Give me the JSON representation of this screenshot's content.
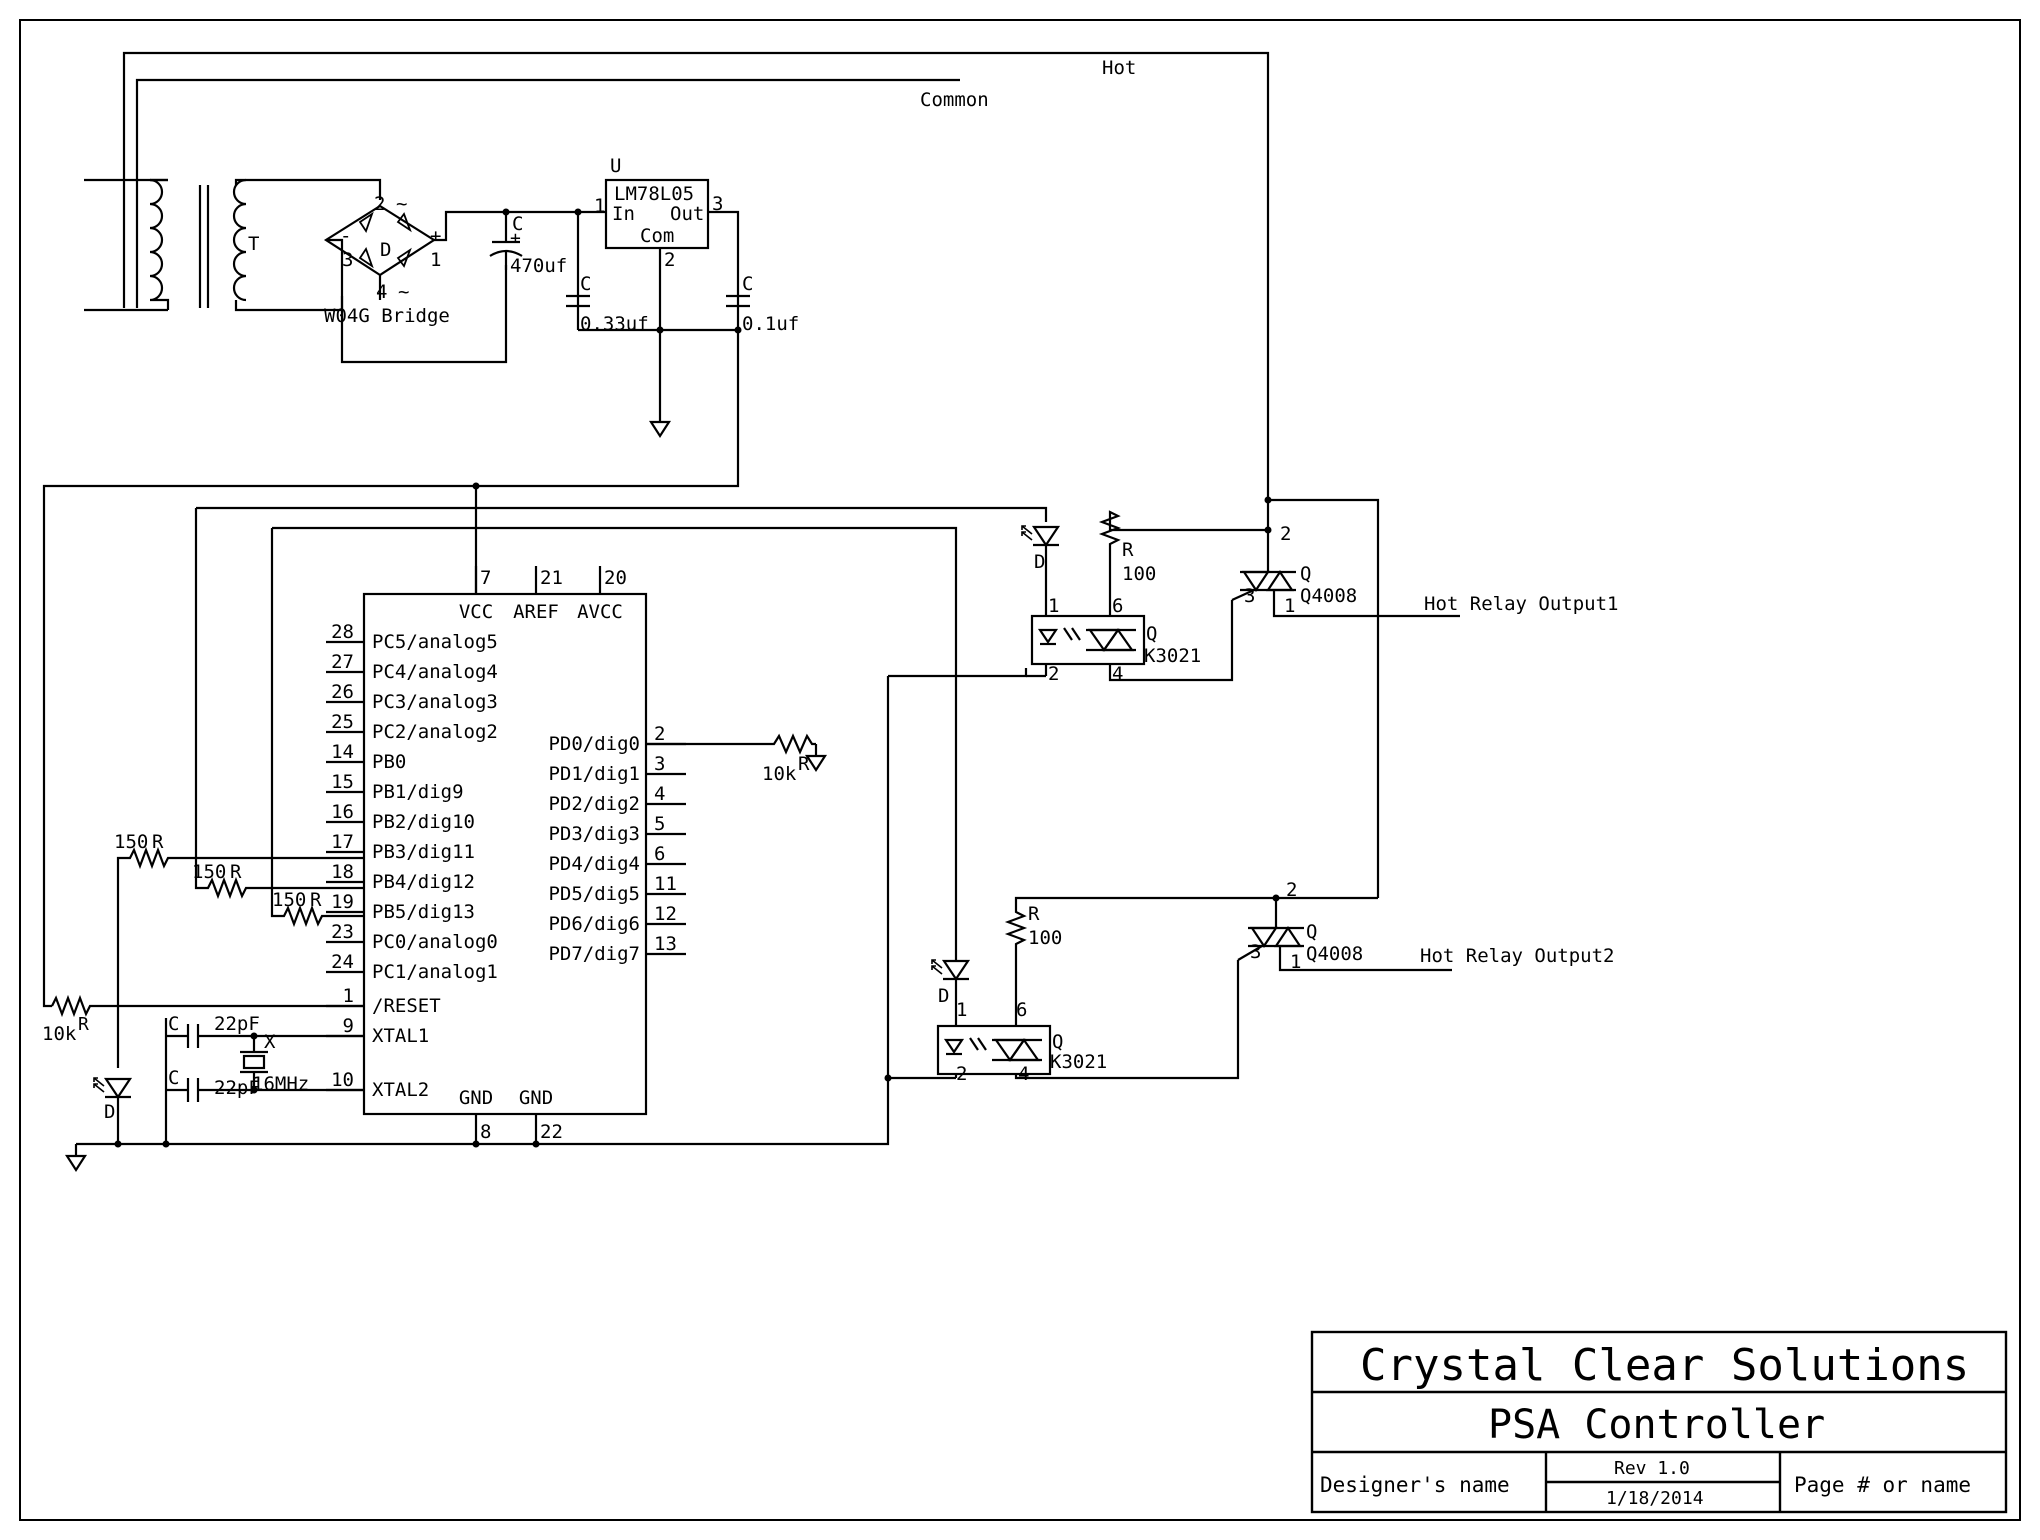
{
  "nets": {
    "hot": "Hot",
    "common": "Common",
    "out1": "Hot Relay Output1",
    "out2": "Hot Relay Output2"
  },
  "power": {
    "transformer": "T",
    "bridge": {
      "ref": "D",
      "label": "W04G Bridge",
      "p1": "1",
      "p2": "2",
      "p3": "3",
      "p4": "4",
      "plus": "+",
      "minus": "-",
      "ac1": "~",
      "ac2": "~"
    },
    "cap1": {
      "ref": "C",
      "value": "470uf",
      "plus": "+"
    },
    "reg": {
      "ref": "U",
      "part": "LM78L05",
      "in": "In",
      "out": "Out",
      "com": "Com",
      "p1": "1",
      "p2": "2",
      "p3": "3"
    },
    "cap2": {
      "ref": "C",
      "value": "0.33uf"
    },
    "cap3": {
      "ref": "C",
      "value": "0.1uf"
    }
  },
  "mcu": {
    "top": [
      {
        "num": "7",
        "name": "VCC"
      },
      {
        "num": "21",
        "name": "AREF"
      },
      {
        "num": "20",
        "name": "AVCC"
      }
    ],
    "left": [
      {
        "num": "28",
        "name": "PC5/analog5"
      },
      {
        "num": "27",
        "name": "PC4/analog4"
      },
      {
        "num": "26",
        "name": "PC3/analog3"
      },
      {
        "num": "25",
        "name": "PC2/analog2"
      },
      {
        "num": "14",
        "name": "PB0"
      },
      {
        "num": "15",
        "name": "PB1/dig9"
      },
      {
        "num": "16",
        "name": "PB2/dig10"
      },
      {
        "num": "17",
        "name": "PB3/dig11"
      },
      {
        "num": "18",
        "name": "PB4/dig12"
      },
      {
        "num": "19",
        "name": "PB5/dig13"
      },
      {
        "num": "23",
        "name": "PC0/analog0"
      },
      {
        "num": "24",
        "name": "PC1/analog1"
      },
      {
        "num": "1",
        "name": "/RESET"
      },
      {
        "num": "9",
        "name": "XTAL1"
      },
      {
        "num": "10",
        "name": "XTAL2"
      }
    ],
    "right": [
      {
        "num": "2",
        "name": "PD0/dig0"
      },
      {
        "num": "3",
        "name": "PD1/dig1"
      },
      {
        "num": "4",
        "name": "PD2/dig2"
      },
      {
        "num": "5",
        "name": "PD3/dig3"
      },
      {
        "num": "6",
        "name": "PD4/dig4"
      },
      {
        "num": "11",
        "name": "PD5/dig5"
      },
      {
        "num": "12",
        "name": "PD6/dig6"
      },
      {
        "num": "13",
        "name": "PD7/dig7"
      }
    ],
    "bottom": [
      {
        "num": "8",
        "name": "GND"
      },
      {
        "num": "22",
        "name": "GND"
      }
    ]
  },
  "parts": {
    "r_pd0": {
      "ref": "R",
      "value": "10k"
    },
    "r_reset": {
      "ref": "R",
      "value": "10k"
    },
    "r150a": {
      "ref": "R",
      "value": "150"
    },
    "r150b": {
      "ref": "R",
      "value": "150"
    },
    "r150c": {
      "ref": "R",
      "value": "150"
    },
    "led_status": {
      "ref": "D"
    },
    "c_x1": {
      "ref": "C",
      "value": "22pF"
    },
    "c_x2": {
      "ref": "C",
      "value": "22pF"
    },
    "crystal": {
      "ref": "X",
      "value": "16MHz"
    }
  },
  "relay1": {
    "led": {
      "ref": "D"
    },
    "resistor": {
      "ref": "R",
      "value": "100"
    },
    "opto": {
      "ref": "Q",
      "part": "K3021",
      "p1": "1",
      "p2": "2",
      "p4": "4",
      "p6": "6"
    },
    "triac": {
      "ref": "Q",
      "part": "Q4008",
      "p1": "1",
      "p2": "2",
      "p3": "3"
    }
  },
  "relay2": {
    "led": {
      "ref": "D"
    },
    "resistor": {
      "ref": "R",
      "value": "100"
    },
    "opto": {
      "ref": "Q",
      "part": "K3021",
      "p1": "1",
      "p2": "2",
      "p4": "4",
      "p6": "6"
    },
    "triac": {
      "ref": "Q",
      "part": "Q4008",
      "p1": "1",
      "p2": "2",
      "p3": "3"
    }
  },
  "title_block": {
    "company": "Crystal Clear Solutions",
    "project": "PSA Controller",
    "designer": "Designer's name",
    "rev": "Rev 1.0",
    "date": "1/18/2014",
    "page": "Page # or name"
  }
}
